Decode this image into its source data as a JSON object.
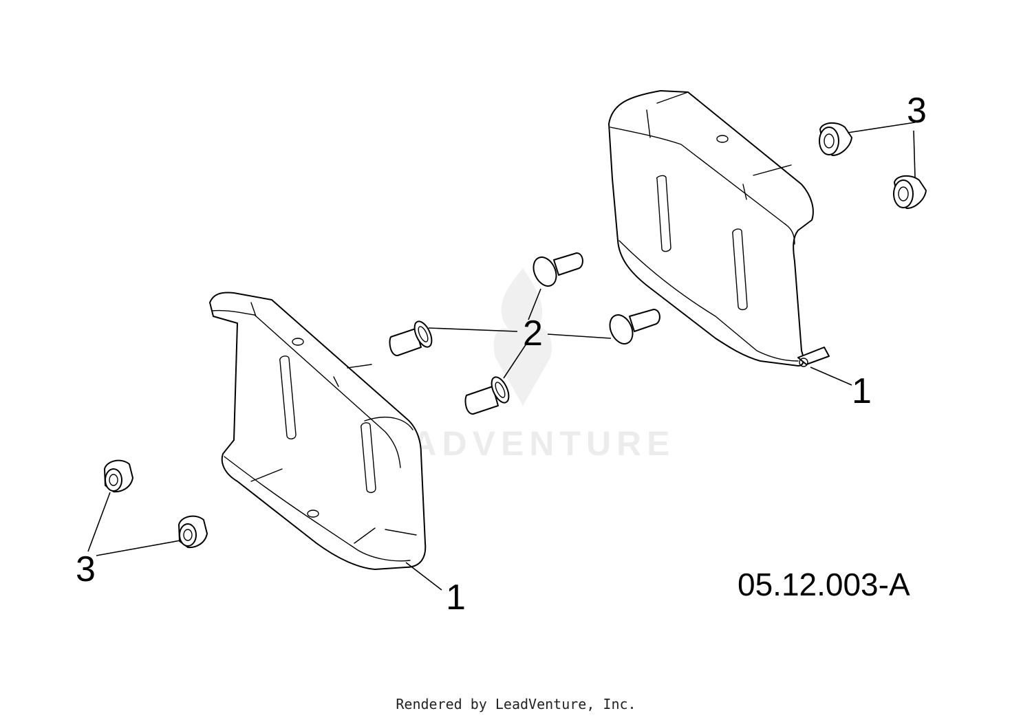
{
  "diagram_code": "05.12.003-A",
  "credit": "Rendered by LeadVenture, Inc.",
  "watermark": "LEADVENTURE",
  "callouts": {
    "skid_right": "1",
    "skid_left": "1",
    "bolts": "2",
    "nuts_right": "3",
    "nuts_left": "3"
  }
}
